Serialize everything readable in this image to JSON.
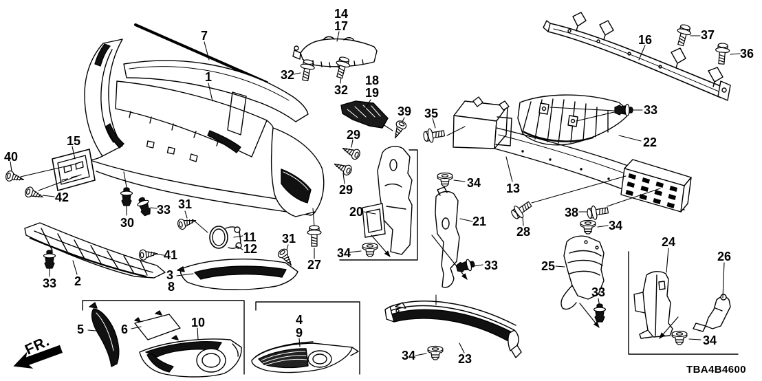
{
  "diagram": {
    "code": "TBA4B4600",
    "fr_label": "FR.",
    "background_color": "#ffffff",
    "line_color": "#000000",
    "callouts": [
      {
        "part": "7"
      },
      {
        "part": "1"
      },
      {
        "part": "14"
      },
      {
        "part": "17"
      },
      {
        "part": "32"
      },
      {
        "part": "32"
      },
      {
        "part": "18"
      },
      {
        "part": "19"
      },
      {
        "part": "39"
      },
      {
        "part": "35"
      },
      {
        "part": "16"
      },
      {
        "part": "37"
      },
      {
        "part": "36"
      },
      {
        "part": "33"
      },
      {
        "part": "22"
      },
      {
        "part": "29"
      },
      {
        "part": "29"
      },
      {
        "part": "15"
      },
      {
        "part": "40"
      },
      {
        "part": "42"
      },
      {
        "part": "30"
      },
      {
        "part": "33"
      },
      {
        "part": "31"
      },
      {
        "part": "11"
      },
      {
        "part": "12"
      },
      {
        "part": "41"
      },
      {
        "part": "2"
      },
      {
        "part": "33"
      },
      {
        "part": "3"
      },
      {
        "part": "8"
      },
      {
        "part": "31"
      },
      {
        "part": "27"
      },
      {
        "part": "20"
      },
      {
        "part": "34"
      },
      {
        "part": "21"
      },
      {
        "part": "33"
      },
      {
        "part": "34"
      },
      {
        "part": "13"
      },
      {
        "part": "28"
      },
      {
        "part": "38"
      },
      {
        "part": "34"
      },
      {
        "part": "25"
      },
      {
        "part": "33"
      },
      {
        "part": "24"
      },
      {
        "part": "26"
      },
      {
        "part": "34"
      },
      {
        "part": "5"
      },
      {
        "part": "6"
      },
      {
        "part": "10"
      },
      {
        "part": "4"
      },
      {
        "part": "9"
      },
      {
        "part": "34"
      },
      {
        "part": "23"
      }
    ]
  }
}
